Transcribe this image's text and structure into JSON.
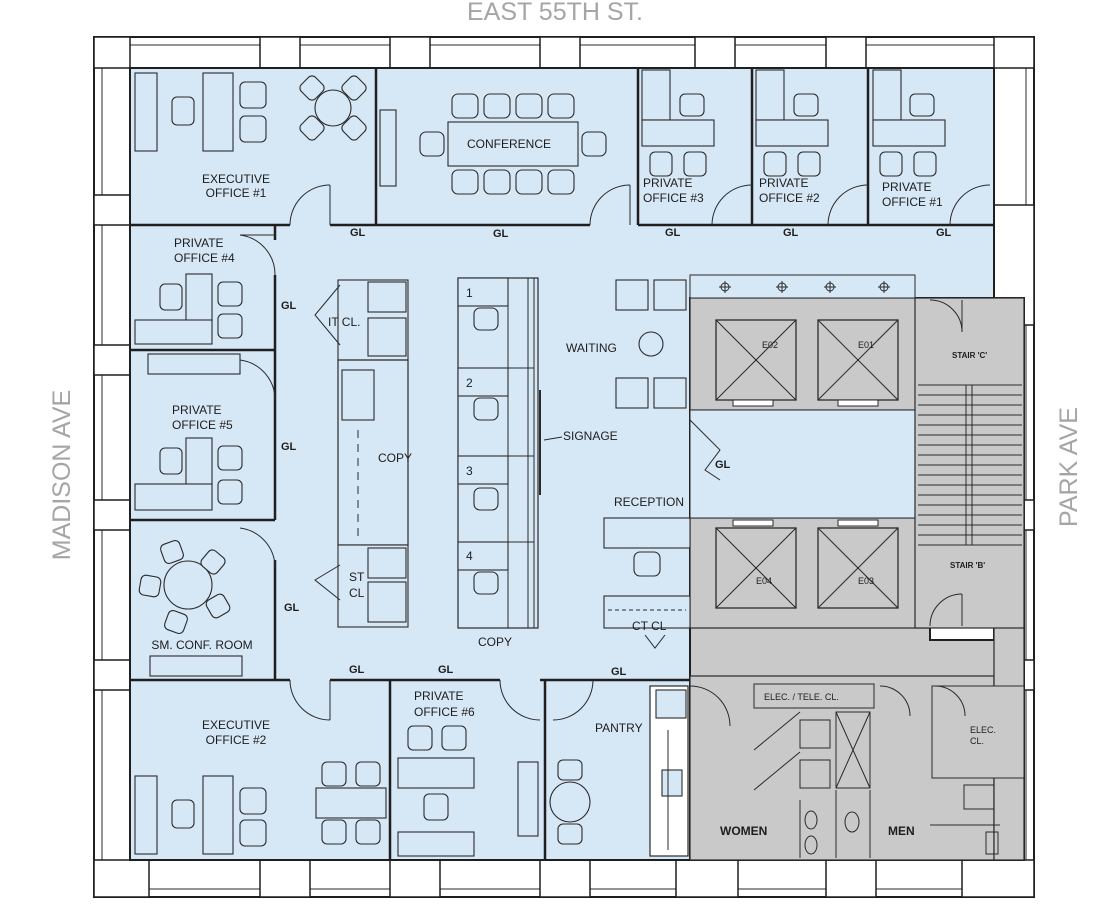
{
  "streets": {
    "north": "EAST 55TH ST.",
    "west": "MADISON AVE",
    "east": "PARK AVE"
  },
  "rooms": {
    "executive_office_1": [
      "EXECUTIVE",
      "OFFICE #1"
    ],
    "conference": "CONFERENCE",
    "private_office_3": [
      "PRIVATE",
      "OFFICE #3"
    ],
    "private_office_2": [
      "PRIVATE",
      "OFFICE #2"
    ],
    "private_office_1": [
      "PRIVATE",
      "OFFICE #1"
    ],
    "private_office_4": [
      "PRIVATE",
      "OFFICE #4"
    ],
    "private_office_5": [
      "PRIVATE",
      "OFFICE #5"
    ],
    "sm_conf_room": "SM. CONF. ROOM",
    "executive_office_2": [
      "EXECUTIVE",
      "OFFICE #2"
    ],
    "private_office_6": [
      "PRIVATE",
      "OFFICE #6"
    ],
    "pantry": "PANTRY",
    "it_closet": "IT CL.",
    "copy_upper": "COPY",
    "storage_closet": [
      "ST",
      "CL"
    ],
    "copy_lower": "COPY",
    "waiting": "WAITING",
    "signage": "SIGNAGE",
    "reception": "RECEPTION",
    "coat_closet": "CT CL",
    "stair_c": "STAIR 'C'",
    "stair_b": "STAIR 'B'",
    "elec_tele_closet": "ELEC. / TELE. CL.",
    "elec_closet": [
      "ELEC.",
      "CL."
    ],
    "women": "WOMEN",
    "men": "MEN"
  },
  "workstations": [
    "1",
    "2",
    "3",
    "4"
  ],
  "elevators": [
    "E02",
    "E01",
    "E04",
    "E03"
  ],
  "glass_label": "GL",
  "colors": {
    "office_fill": "#d6e7f5",
    "core_fill": "#c9c9c9",
    "street_text": "#a5a5a5"
  }
}
